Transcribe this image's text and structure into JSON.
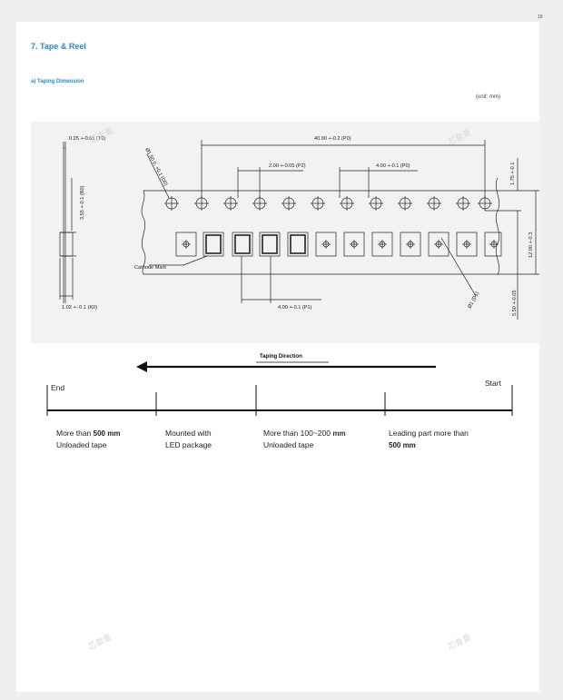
{
  "page_number": "19",
  "section_title": "7. Tape & Reel",
  "subsection_title": "a) Taping Dimension",
  "unit_note": "(unit: mm)",
  "drawing": {
    "labels": {
      "t0": "0.25 +-0.05 (T0)",
      "d0": "Ø1.50 0, +0.1 (D0)",
      "p0_total": "40.00 +-0.2 (P0)",
      "p2": "2.00 +-0.05 (P2)",
      "p0": "4.00 +-0.1 (P0)",
      "b0": "3.55 +-0.1 (B0)",
      "e": "1.75 +-0.1",
      "w": "12.00 +-0.3",
      "f": "5.50 +-0.05",
      "d1": "Ø1 (D1)",
      "cathode": "Cathode Mark",
      "k0": "1.02 +- 0.1 (K0)",
      "p1": "4.00 +-0.1 (P1)"
    }
  },
  "watermark": "芯查查",
  "direction": {
    "title": "Taping Direction",
    "end": "End",
    "start": "Start",
    "segments": [
      {
        "line1_a": "More than ",
        "line1_b": "500 mm",
        "line2": "Unloaded tape"
      },
      {
        "line1": "Mounted with",
        "line2": "LED package"
      },
      {
        "line1_a": "More than 100~200 ",
        "line1_b": "mm",
        "line2": "Unloaded tape"
      },
      {
        "line1": "Leading part more than",
        "line2": "500 mm"
      }
    ]
  }
}
